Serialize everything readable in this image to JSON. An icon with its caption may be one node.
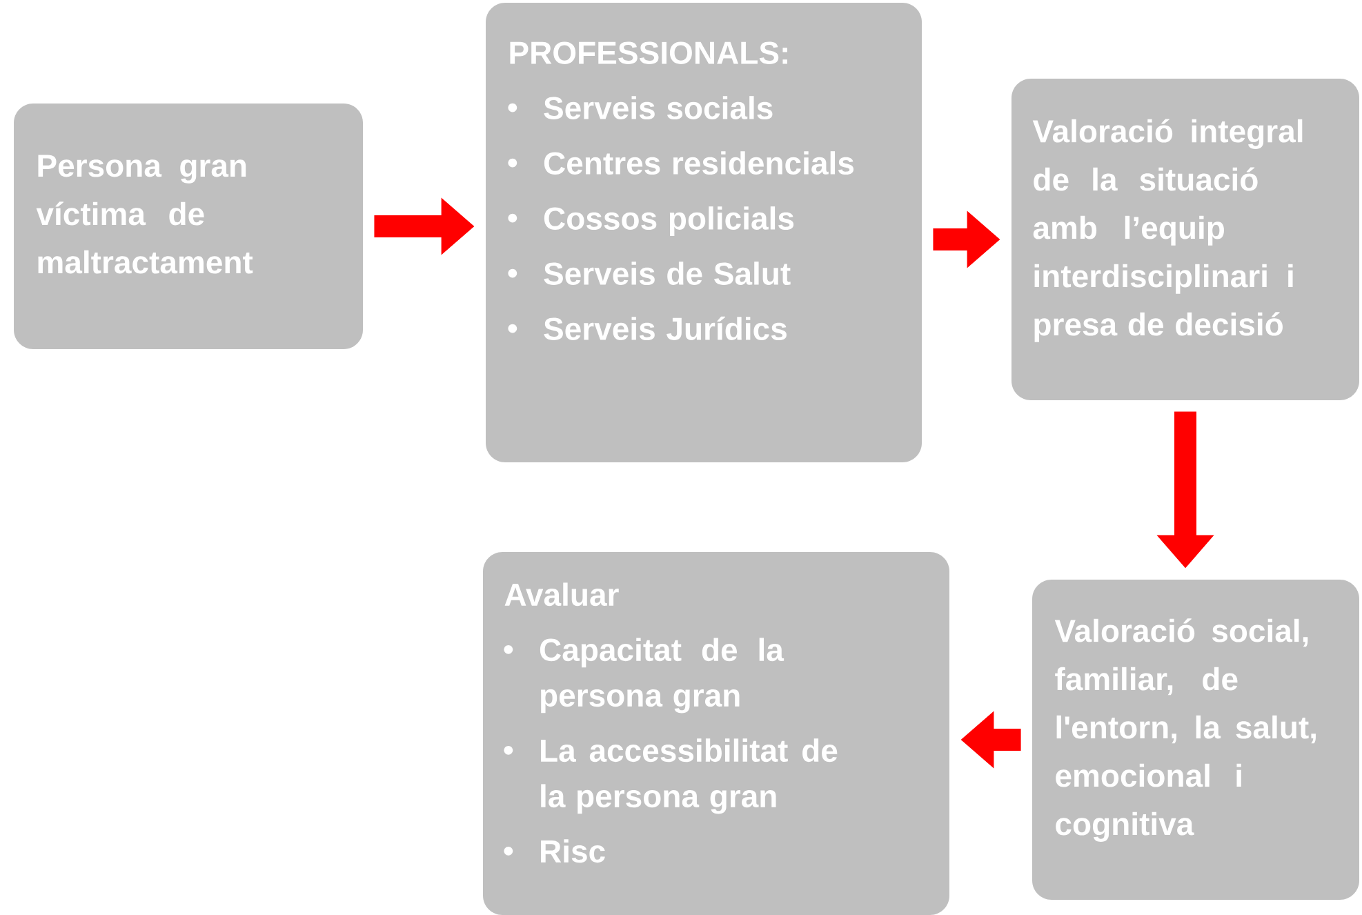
{
  "diagram": {
    "nodes": [
      {
        "text": [
          "Persona gran víctima de maltractament"
        ]
      },
      {
        "text": [
          "PROFESSIONALS:",
          "Serveis socials",
          "Centres residencials",
          "Cossos policials",
          "Serveis de Salut",
          "Serveis Jurídics"
        ]
      },
      {
        "text": [
          "Valoració integral de la situació amb l’equip interdisciplinari i presa de decisió"
        ]
      },
      {
        "text": [
          "Valoració social, familiar, de l'entorn, la salut, emocional i cognitiva"
        ]
      },
      {
        "text": [
          "Avaluar",
          "Capacitat de la persona gran",
          "La accessibilitat de la persona gran",
          "Risc"
        ]
      }
    ],
    "edges": [
      {
        "from": 0,
        "to": 1,
        "arrow": "to"
      },
      {
        "from": 1,
        "to": 2,
        "arrow": "to"
      },
      {
        "from": 2,
        "to": 3,
        "arrow": "to"
      },
      {
        "from": 3,
        "to": 4,
        "arrow": "to"
      }
    ]
  }
}
